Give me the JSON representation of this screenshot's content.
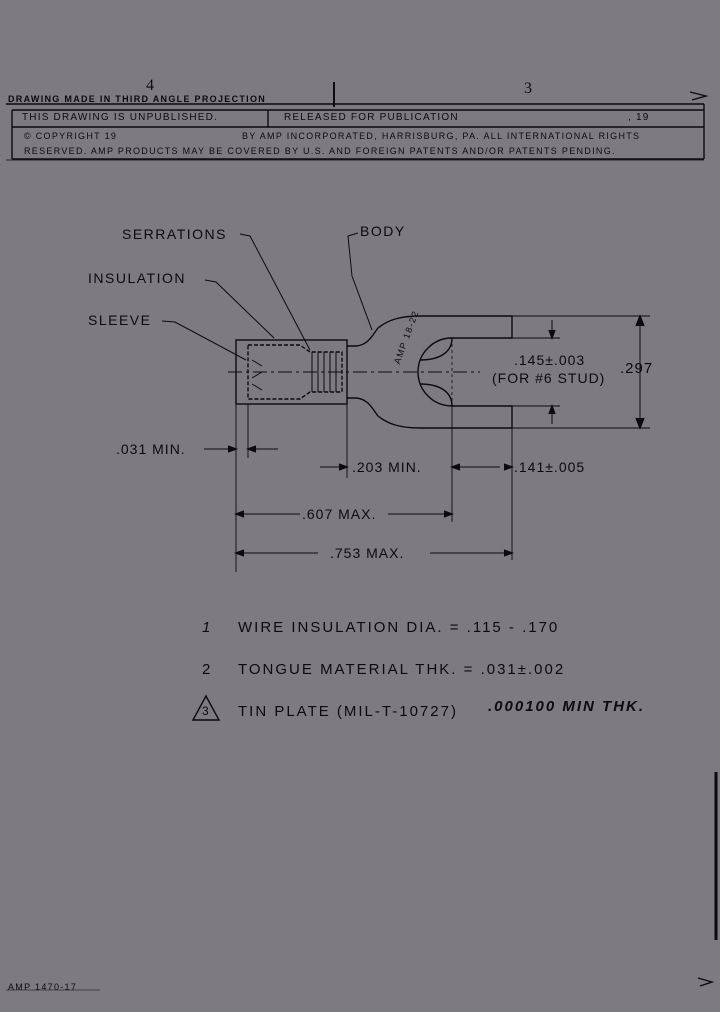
{
  "title_block": {
    "zone_left": "4",
    "zone_right": "3",
    "projection": "DRAWING MADE IN THIRD ANGLE PROJECTION",
    "unpublished": "THIS DRAWING IS UNPUBLISHED.",
    "released": "RELEASED FOR PUBLICATION",
    "released_year": ", 19",
    "copyright_line1": "© COPYRIGHT 19",
    "copyright_line1_right": "BY AMP INCORPORATED, HARRISBURG, PA.  ALL INTERNATIONAL RIGHTS",
    "copyright_line2": "RESERVED.  AMP PRODUCTS MAY BE COVERED BY U.S. AND FOREIGN PATENTS AND/OR PATENTS PENDING."
  },
  "callouts": {
    "serrations": "SERRATIONS",
    "body": "BODY",
    "insulation": "INSULATION",
    "sleeve": "SLEEVE"
  },
  "tongue_mark": "AMP 18-22",
  "dimensions": {
    "stud_hole": ".145±.003",
    "stud_note": "(FOR #6 STUD)",
    "width": ".297",
    "sleeve_min": ".031 MIN.",
    "body_min": ".203 MIN.",
    "tongue_end": ".141±.005",
    "max_607": ".607 MAX.",
    "max_753": ".753 MAX."
  },
  "notes": [
    {
      "num": "1",
      "text": "WIRE INSULATION DIA. = .115 - .170"
    },
    {
      "num": "2",
      "text": "TONGUE MATERIAL THK. = .031±.002"
    },
    {
      "num": "3",
      "text": "TIN PLATE (MIL-T-10727)",
      "handwritten": ".000100 MIN THK."
    }
  ],
  "footer": "AMP 1470-17"
}
